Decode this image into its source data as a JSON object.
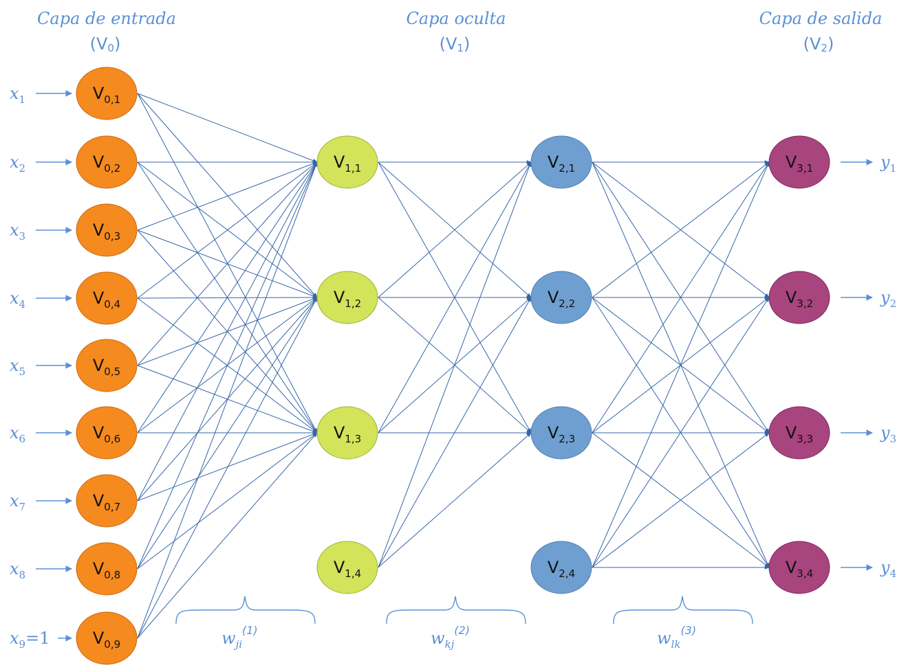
{
  "layers": [
    {
      "title": "Capa de entrada",
      "subtitle": "(V",
      "sub": "0",
      "subtitle_end": ")"
    },
    {
      "title": "Capa oculta",
      "subtitle": "(V",
      "sub": "1",
      "subtitle_end": ")"
    },
    {
      "title": "Capa de salida",
      "subtitle": "(V",
      "sub": "2",
      "subtitle_end": ")"
    }
  ],
  "inputs": [
    {
      "base": "x",
      "sub": "1",
      "suffix": ""
    },
    {
      "base": "x",
      "sub": "2",
      "suffix": ""
    },
    {
      "base": "x",
      "sub": "3",
      "suffix": ""
    },
    {
      "base": "x",
      "sub": "4",
      "suffix": ""
    },
    {
      "base": "x",
      "sub": "5",
      "suffix": ""
    },
    {
      "base": "x",
      "sub": "6",
      "suffix": ""
    },
    {
      "base": "x",
      "sub": "7",
      "suffix": ""
    },
    {
      "base": "x",
      "sub": "8",
      "suffix": ""
    },
    {
      "base": "x",
      "sub": "9",
      "suffix": "=1"
    }
  ],
  "outputs": [
    {
      "base": "y",
      "sub": "1"
    },
    {
      "base": "y",
      "sub": "2"
    },
    {
      "base": "y",
      "sub": "3"
    },
    {
      "base": "y",
      "sub": "4"
    }
  ],
  "node_columns": [
    {
      "color": "#f58a1f",
      "stroke": "#c96a12",
      "nodes": [
        {
          "base": "V",
          "sub": "0,1"
        },
        {
          "base": "V",
          "sub": "0,2"
        },
        {
          "base": "V",
          "sub": "0,3"
        },
        {
          "base": "V",
          "sub": "0,4"
        },
        {
          "base": "V",
          "sub": "0,5"
        },
        {
          "base": "V",
          "sub": "0,6"
        },
        {
          "base": "V",
          "sub": "0,7"
        },
        {
          "base": "V",
          "sub": "0,8"
        },
        {
          "base": "V",
          "sub": "0,9"
        }
      ]
    },
    {
      "color": "#d3e35a",
      "stroke": "#9bb33a",
      "nodes": [
        {
          "base": "V",
          "sub": "1,1"
        },
        {
          "base": "V",
          "sub": "1,2"
        },
        {
          "base": "V",
          "sub": "1,3"
        },
        {
          "base": "V",
          "sub": "1,4"
        }
      ]
    },
    {
      "color": "#6f9fd0",
      "stroke": "#4f7fb2",
      "nodes": [
        {
          "base": "V",
          "sub": "2,1"
        },
        {
          "base": "V",
          "sub": "2,2"
        },
        {
          "base": "V",
          "sub": "2,3"
        },
        {
          "base": "V",
          "sub": "2,4"
        }
      ]
    },
    {
      "color": "#a8447e",
      "stroke": "#80285e",
      "nodes": [
        {
          "base": "V",
          "sub": "3,1"
        },
        {
          "base": "V",
          "sub": "3,2"
        },
        {
          "base": "V",
          "sub": "3,3"
        },
        {
          "base": "V",
          "sub": "3,4"
        }
      ]
    }
  ],
  "connections": [
    {
      "from_col": 0,
      "to_col": 1,
      "targets": [
        0,
        1,
        2
      ]
    },
    {
      "from_col": 1,
      "to_col": 2,
      "targets": [
        0,
        1,
        2
      ]
    },
    {
      "from_col": 2,
      "to_col": 3,
      "targets": [
        0,
        1,
        2,
        3
      ]
    }
  ],
  "weights": [
    {
      "base": "w",
      "sub": "ji",
      "sup": "(1)"
    },
    {
      "base": "w",
      "sub": "kj",
      "sup": "(2)"
    },
    {
      "base": "w",
      "sub": "lk",
      "sup": "(3)"
    }
  ],
  "colors": {
    "label_blue": "#5b8fd6",
    "edge_blue": "#3565a8"
  }
}
